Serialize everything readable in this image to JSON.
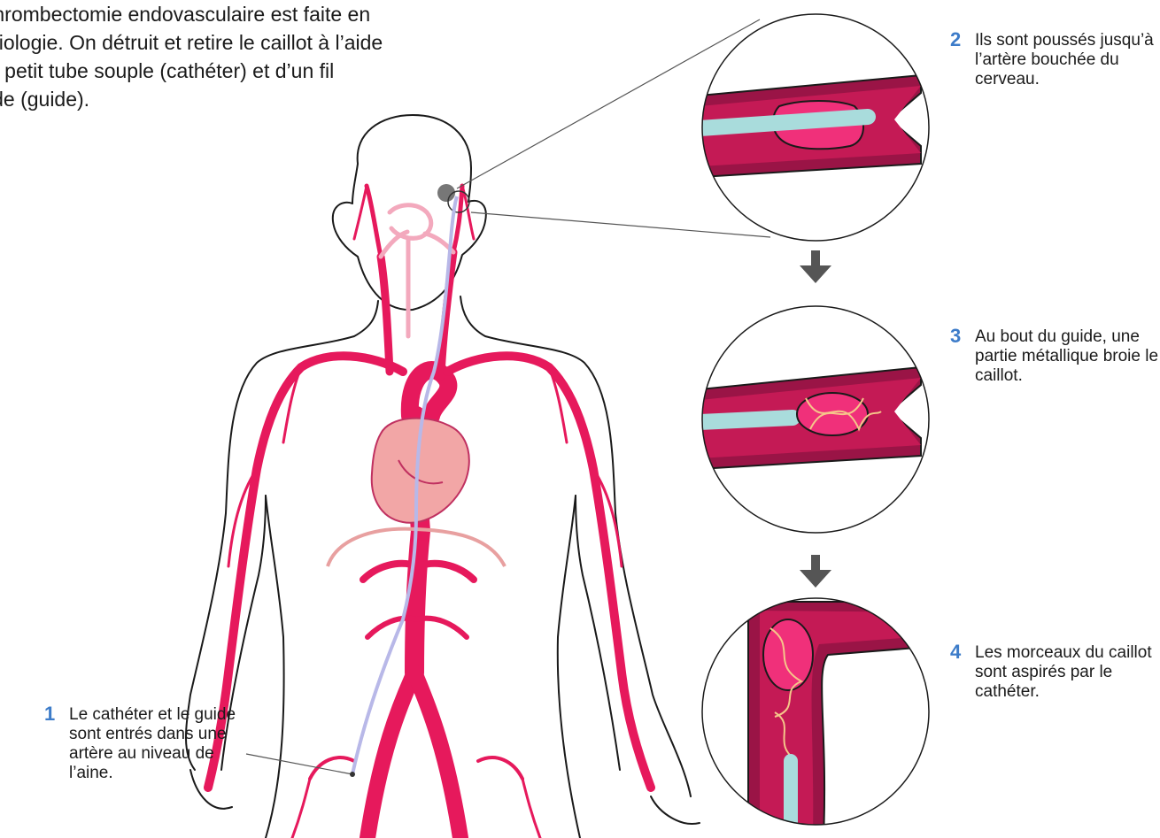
{
  "intro_text": "thrombectomie endovasculaire est faite en\ndiologie. On détruit et retire le caillot à l’aide\nn petit tube souple (cathéter) et d’un fil\nide (guide).",
  "colors": {
    "artery": "#e6195c",
    "artery_dark": "#b0124a",
    "vessel_fill": "#9a1446",
    "vessel_lumen": "#c41a55",
    "catheter": "#a9dcdc",
    "clot": "#f0307a",
    "heart": "#f2a6a6",
    "number": "#3d7cc9",
    "arrow": "#555555",
    "outline": "#1a1a1a"
  },
  "steps": [
    {
      "number": "1",
      "text": "Le cathéter et le guide sont entrés dans une artère au niveau de l’aine."
    },
    {
      "number": "2",
      "text": "Ils sont poussés jusqu’à l’artère bouchée du cerveau."
    },
    {
      "number": "3",
      "text": "Au bout du guide, une partie métallique broie le caillot."
    },
    {
      "number": "4",
      "text": "Les morceaux du caillot sont aspirés par le cathéter."
    }
  ]
}
